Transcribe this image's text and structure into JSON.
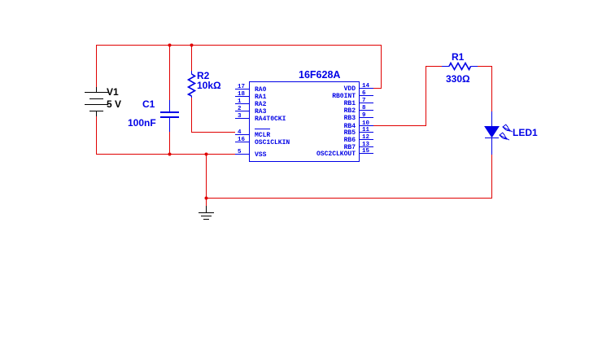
{
  "schematic": {
    "colors": {
      "wire": "#e00000",
      "component": "#0000e6",
      "ground": "#000000"
    },
    "components": {
      "v1": {
        "ref": "V1",
        "value": "5 V"
      },
      "c1": {
        "ref": "C1",
        "value": "100nF"
      },
      "r2": {
        "ref": "R2",
        "value": "10kΩ"
      },
      "r1": {
        "ref": "R1",
        "value": "330Ω"
      },
      "led1": {
        "ref": "LED1"
      },
      "u1": {
        "part": "16F628A",
        "left_pins": [
          {
            "num": "17",
            "name": "RA0"
          },
          {
            "num": "18",
            "name": "RA1"
          },
          {
            "num": "1",
            "name": "RA2"
          },
          {
            "num": "2",
            "name": "RA3"
          },
          {
            "num": "3",
            "name": "RA4T0CKI"
          },
          {
            "num": "4",
            "name": "MCLR"
          },
          {
            "num": "16",
            "name": "OSC1CLKIN"
          },
          {
            "num": "5",
            "name": "VSS"
          }
        ],
        "right_pins": [
          {
            "num": "14",
            "name": "VDD"
          },
          {
            "num": "6",
            "name": "RB0INT"
          },
          {
            "num": "7",
            "name": "RB1"
          },
          {
            "num": "8",
            "name": "RB2"
          },
          {
            "num": "9",
            "name": "RB3"
          },
          {
            "num": "10",
            "name": "RB4"
          },
          {
            "num": "11",
            "name": "RB5"
          },
          {
            "num": "12",
            "name": "RB6"
          },
          {
            "num": "13",
            "name": "RB7"
          },
          {
            "num": "15",
            "name": "OSC2CLKOUT"
          }
        ]
      },
      "gnd": {
        "ref": "GND"
      }
    }
  }
}
